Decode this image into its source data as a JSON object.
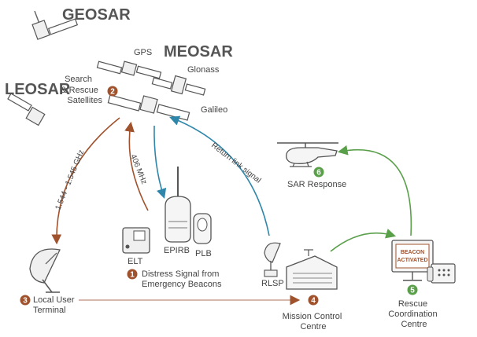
{
  "title_geosar": "GEOSAR",
  "title_meosar": "MEOSAR",
  "title_leosar": "LEOSAR",
  "gps": "GPS",
  "glonass": "Glonass",
  "galileo": "Galileo",
  "sar_sats": [
    "Search",
    "& Rescue",
    "Satellites"
  ],
  "freq_lut": "1.544 - 1.545 GHz",
  "freq_406": "406 MHz",
  "return_link": "Return link signal",
  "elt": "ELT",
  "epirb": "EPIRB",
  "plb": "PLB",
  "rlsp": "RLSP",
  "distress": [
    "Distress Signal from",
    "Emergency Beacons"
  ],
  "lut": [
    "Local User",
    "Terminal"
  ],
  "mcc": [
    "Mission Control",
    "Centre"
  ],
  "rcc": [
    "Rescue",
    "Coordination",
    "Centre"
  ],
  "sar_response": "SAR Response",
  "beacon_activated": [
    "BEACON",
    "ACTIVATED"
  ],
  "steps": [
    "1",
    "2",
    "3",
    "4",
    "5",
    "6"
  ],
  "colors": {
    "brown": "#a0522d",
    "blue": "#2e86ab",
    "green": "#5aa04a",
    "gray": "#707070"
  }
}
